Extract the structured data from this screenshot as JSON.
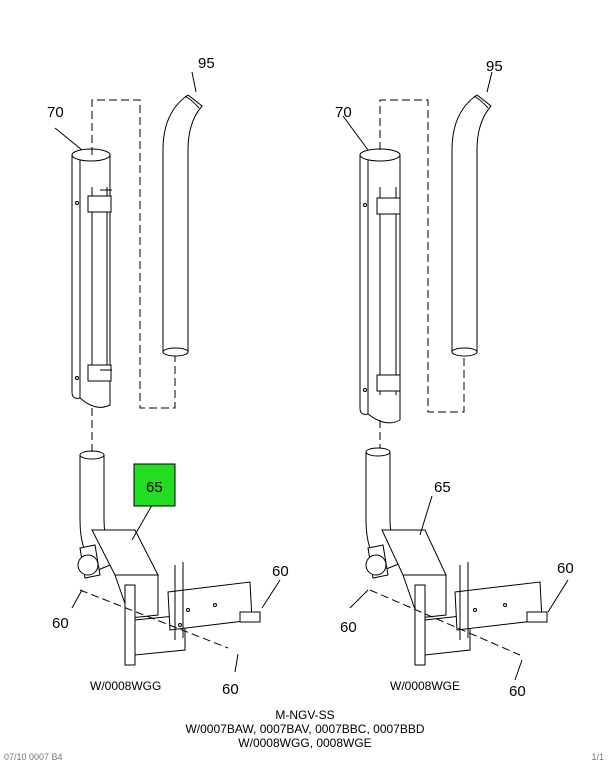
{
  "callouts": {
    "left": {
      "c95": "95",
      "c70": "70",
      "c65": "65",
      "c60a": "60",
      "c60b": "60",
      "c60c": "60"
    },
    "right": {
      "c95": "95",
      "c70": "70",
      "c65": "65",
      "c60a": "60",
      "c60b": "60",
      "c60c": "60"
    }
  },
  "captions": {
    "left": "W/0008WGG",
    "right": "W/0008WGE"
  },
  "footer": {
    "line1": "M-NGV-SS",
    "line2": "W/0007BAW, 0007BAV, 0007BBC, 0007BBD",
    "line3": "W/0008WGG, 0008WGE"
  },
  "highlight_color": "#22dd22",
  "edge_text": {
    "left": "07/10 0007 B4",
    "right": "1/1"
  }
}
